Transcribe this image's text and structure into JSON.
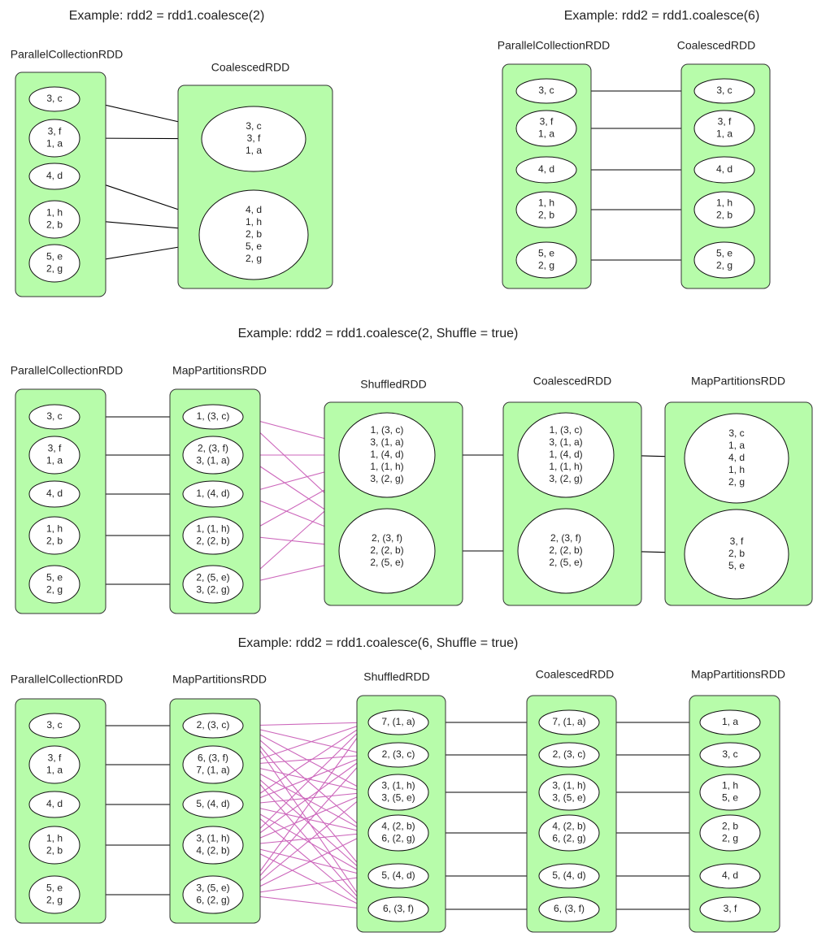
{
  "colors": {
    "rdd_fill": "#b7fcaa",
    "partition_fill": "#ffffff",
    "narrow_edge": "#000000",
    "shuffle_edge": "#cc66bb"
  },
  "examples": [
    {
      "id": "ex1",
      "title": "Example: rdd2 = rdd1.coalesce(2)",
      "rdds": [
        {
          "id": "pc",
          "name": "ParallelCollectionRDD",
          "partitions": [
            [
              "3, c"
            ],
            [
              "3, f",
              "1, a"
            ],
            [
              "4, d"
            ],
            [
              "1, h",
              "2, b"
            ],
            [
              "5, e",
              "2, g"
            ]
          ]
        },
        {
          "id": "co",
          "name": "CoalescedRDD",
          "partitions": [
            [
              "3, c",
              "3, f",
              "1, a"
            ],
            [
              "4, d",
              "1, h",
              "2, b",
              "5, e",
              "2, g"
            ]
          ]
        }
      ],
      "edges": [
        {
          "from": "pc.0",
          "to": "co.0",
          "kind": "narrow"
        },
        {
          "from": "pc.1",
          "to": "co.0",
          "kind": "narrow"
        },
        {
          "from": "pc.2",
          "to": "co.1",
          "kind": "narrow"
        },
        {
          "from": "pc.3",
          "to": "co.1",
          "kind": "narrow"
        },
        {
          "from": "pc.4",
          "to": "co.1",
          "kind": "narrow"
        }
      ]
    },
    {
      "id": "ex2",
      "title": "Example: rdd2 = rdd1.coalesce(6)",
      "rdds": [
        {
          "id": "pc",
          "name": "ParallelCollectionRDD",
          "partitions": [
            [
              "3, c"
            ],
            [
              "3, f",
              "1, a"
            ],
            [
              "4, d"
            ],
            [
              "1, h",
              "2, b"
            ],
            [
              "5, e",
              "2, g"
            ]
          ]
        },
        {
          "id": "co",
          "name": "CoalescedRDD",
          "partitions": [
            [
              "3, c"
            ],
            [
              "3, f",
              "1, a"
            ],
            [
              "4, d"
            ],
            [
              "1, h",
              "2, b"
            ],
            [
              "5, e",
              "2, g"
            ]
          ]
        }
      ],
      "edges": [
        {
          "from": "pc.0",
          "to": "co.0",
          "kind": "narrow"
        },
        {
          "from": "pc.1",
          "to": "co.1",
          "kind": "narrow"
        },
        {
          "from": "pc.2",
          "to": "co.2",
          "kind": "narrow"
        },
        {
          "from": "pc.3",
          "to": "co.3",
          "kind": "narrow"
        },
        {
          "from": "pc.4",
          "to": "co.4",
          "kind": "narrow"
        }
      ]
    },
    {
      "id": "ex3",
      "title": "Example: rdd2 = rdd1.coalesce(2, Shuffle = true)",
      "rdds": [
        {
          "id": "pc",
          "name": "ParallelCollectionRDD",
          "partitions": [
            [
              "3, c"
            ],
            [
              "3, f",
              "1, a"
            ],
            [
              "4, d"
            ],
            [
              "1, h",
              "2, b"
            ],
            [
              "5, e",
              "2, g"
            ]
          ]
        },
        {
          "id": "mp",
          "name": "MapPartitionsRDD",
          "partitions": [
            [
              "1, (3, c)"
            ],
            [
              "2, (3, f)",
              "3, (1, a)"
            ],
            [
              "1, (4, d)"
            ],
            [
              "1, (1, h)",
              "2, (2, b)"
            ],
            [
              "2, (5, e)",
              "3, (2, g)"
            ]
          ]
        },
        {
          "id": "sh",
          "name": "ShuffledRDD",
          "partitions": [
            [
              "1, (3, c)",
              "3, (1, a)",
              "1, (4, d)",
              "1, (1, h)",
              "3, (2, g)"
            ],
            [
              "2, (3, f)",
              "2, (2, b)",
              "2, (5, e)"
            ]
          ]
        },
        {
          "id": "co",
          "name": "CoalescedRDD",
          "partitions": [
            [
              "1, (3, c)",
              "3, (1, a)",
              "1, (4, d)",
              "1, (1, h)",
              "3, (2, g)"
            ],
            [
              "2, (3, f)",
              "2, (2, b)",
              "2, (5, e)"
            ]
          ]
        },
        {
          "id": "mp2",
          "name": "MapPartitionsRDD",
          "partitions": [
            [
              "3, c",
              "1, a",
              "4, d",
              "1, h",
              "2, g"
            ],
            [
              "3, f",
              "2, b",
              "5, e"
            ]
          ]
        }
      ],
      "edges": [
        {
          "from": "pc.0",
          "to": "mp.0",
          "kind": "narrow"
        },
        {
          "from": "pc.1",
          "to": "mp.1",
          "kind": "narrow"
        },
        {
          "from": "pc.2",
          "to": "mp.2",
          "kind": "narrow"
        },
        {
          "from": "pc.3",
          "to": "mp.3",
          "kind": "narrow"
        },
        {
          "from": "pc.4",
          "to": "mp.4",
          "kind": "narrow"
        },
        {
          "from": "mp.0",
          "to": "sh.0",
          "kind": "shuffle"
        },
        {
          "from": "mp.0",
          "to": "sh.1",
          "kind": "shuffle"
        },
        {
          "from": "mp.1",
          "to": "sh.0",
          "kind": "shuffle"
        },
        {
          "from": "mp.1",
          "to": "sh.1",
          "kind": "shuffle"
        },
        {
          "from": "mp.2",
          "to": "sh.0",
          "kind": "shuffle"
        },
        {
          "from": "mp.2",
          "to": "sh.1",
          "kind": "shuffle"
        },
        {
          "from": "mp.3",
          "to": "sh.0",
          "kind": "shuffle"
        },
        {
          "from": "mp.3",
          "to": "sh.1",
          "kind": "shuffle"
        },
        {
          "from": "mp.4",
          "to": "sh.0",
          "kind": "shuffle"
        },
        {
          "from": "mp.4",
          "to": "sh.1",
          "kind": "shuffle"
        },
        {
          "from": "sh.0",
          "to": "co.0",
          "kind": "narrow"
        },
        {
          "from": "sh.1",
          "to": "co.1",
          "kind": "narrow"
        },
        {
          "from": "co.0",
          "to": "mp2.0",
          "kind": "narrow"
        },
        {
          "from": "co.1",
          "to": "mp2.1",
          "kind": "narrow"
        }
      ]
    },
    {
      "id": "ex4",
      "title": "Example: rdd2 = rdd1.coalesce(6, Shuffle = true)",
      "rdds": [
        {
          "id": "pc",
          "name": "ParallelCollectionRDD",
          "partitions": [
            [
              "3, c"
            ],
            [
              "3, f",
              "1, a"
            ],
            [
              "4, d"
            ],
            [
              "1, h",
              "2, b"
            ],
            [
              "5, e",
              "2, g"
            ]
          ]
        },
        {
          "id": "mp",
          "name": "MapPartitionsRDD",
          "partitions": [
            [
              "2, (3, c)"
            ],
            [
              "6, (3, f)",
              "7, (1, a)"
            ],
            [
              "5, (4, d)"
            ],
            [
              "3, (1, h)",
              "4, (2, b)"
            ],
            [
              "3, (5, e)",
              "6, (2, g)"
            ]
          ]
        },
        {
          "id": "sh",
          "name": "ShuffledRDD",
          "partitions": [
            [
              "7, (1, a)"
            ],
            [
              "2, (3, c)"
            ],
            [
              "3, (1, h)",
              "3, (5, e)"
            ],
            [
              "4, (2, b)",
              "6, (2, g)"
            ],
            [
              "5, (4, d)"
            ],
            [
              "6, (3, f)"
            ]
          ]
        },
        {
          "id": "co",
          "name": "CoalescedRDD",
          "partitions": [
            [
              "7, (1, a)"
            ],
            [
              "2, (3, c)"
            ],
            [
              "3, (1, h)",
              "3, (5, e)"
            ],
            [
              "4, (2, b)",
              "6, (2, g)"
            ],
            [
              "5, (4, d)"
            ],
            [
              "6, (3, f)"
            ]
          ]
        },
        {
          "id": "mp2",
          "name": "MapPartitionsRDD",
          "partitions": [
            [
              "1, a"
            ],
            [
              "3, c"
            ],
            [
              "1, h",
              "5, e"
            ],
            [
              "2, b",
              "2, g"
            ],
            [
              "4, d"
            ],
            [
              "3, f"
            ]
          ]
        }
      ],
      "edges": [
        {
          "from": "pc.0",
          "to": "mp.0",
          "kind": "narrow"
        },
        {
          "from": "pc.1",
          "to": "mp.1",
          "kind": "narrow"
        },
        {
          "from": "pc.2",
          "to": "mp.2",
          "kind": "narrow"
        },
        {
          "from": "pc.3",
          "to": "mp.3",
          "kind": "narrow"
        },
        {
          "from": "pc.4",
          "to": "mp.4",
          "kind": "narrow"
        },
        {
          "from": "mp.*",
          "to": "sh.*",
          "kind": "shuffle"
        },
        {
          "from": "sh.0",
          "to": "co.0",
          "kind": "narrow"
        },
        {
          "from": "sh.1",
          "to": "co.1",
          "kind": "narrow"
        },
        {
          "from": "sh.2",
          "to": "co.2",
          "kind": "narrow"
        },
        {
          "from": "sh.3",
          "to": "co.3",
          "kind": "narrow"
        },
        {
          "from": "sh.4",
          "to": "co.4",
          "kind": "narrow"
        },
        {
          "from": "sh.5",
          "to": "co.5",
          "kind": "narrow"
        },
        {
          "from": "co.0",
          "to": "mp2.0",
          "kind": "narrow"
        },
        {
          "from": "co.1",
          "to": "mp2.1",
          "kind": "narrow"
        },
        {
          "from": "co.2",
          "to": "mp2.2",
          "kind": "narrow"
        },
        {
          "from": "co.3",
          "to": "mp2.3",
          "kind": "narrow"
        },
        {
          "from": "co.4",
          "to": "mp2.4",
          "kind": "narrow"
        },
        {
          "from": "co.5",
          "to": "mp2.5",
          "kind": "narrow"
        }
      ]
    }
  ]
}
